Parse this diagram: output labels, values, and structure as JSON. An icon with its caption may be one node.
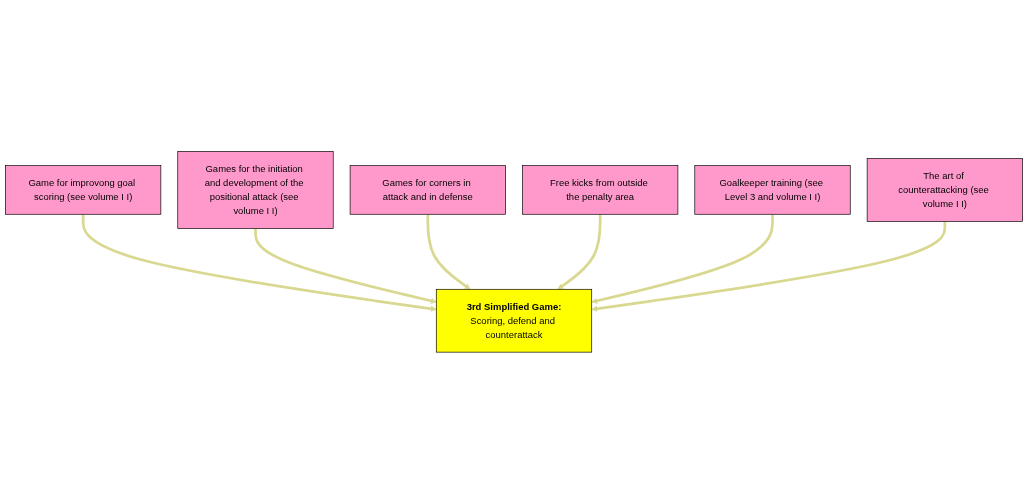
{
  "diagram": {
    "nodes": [
      {
        "text": [
          "Game for improvong goal scoring (see volume I I)"
        ]
      },
      {
        "text": [
          "Games for the initiation and development of the positional attack (see volume I I)"
        ]
      },
      {
        "text": [
          "Games for corners in attack and in defense"
        ]
      },
      {
        "text": [
          "3rd Simplified Game:",
          "Scoring, defend and counterattack"
        ]
      },
      {
        "text": [
          "Free kicks from outside the penalty area"
        ]
      },
      {
        "text": [
          "Goalkeeper training (see Level 3 and volume I I)"
        ]
      },
      {
        "text": [
          "The art of counterattacking (see volume I I)"
        ]
      }
    ],
    "edges": [
      {
        "from": 0,
        "to": 3,
        "arrow": "to"
      },
      {
        "from": 1,
        "to": 3,
        "arrow": "to"
      },
      {
        "from": 2,
        "to": 3,
        "arrow": "to"
      },
      {
        "from": 4,
        "to": 3,
        "arrow": "to"
      },
      {
        "from": 5,
        "to": 3,
        "arrow": "to"
      },
      {
        "from": 6,
        "to": 3,
        "arrow": "to"
      }
    ]
  }
}
